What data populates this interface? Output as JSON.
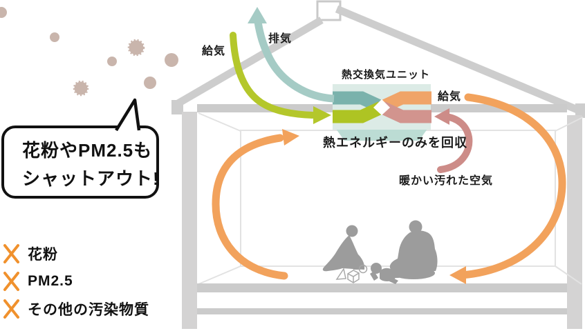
{
  "palette": {
    "orange_arrow": "#f2a25c",
    "orange_band": "#f0a468",
    "green_arrow": "#b4c72b",
    "green_band": "#aec423",
    "teal_arrow": "#a5cbc5",
    "teal_band": "#7ab2ac",
    "pink_arrow": "#cd8c88",
    "pink_band": "#d2948e",
    "unit_fill": "#dcebe6",
    "unit_funnel": "#bcdcd4",
    "structure_gray": "#cdcdcd",
    "floor_gray": "#cbcbcb",
    "wall_gray": "#d4d3d3",
    "interior_line": "#e2e2e2",
    "people_gray": "#9c9c9c",
    "pollen_dot": "#c9b5ac",
    "x_mark": "#f0912d",
    "text": "#1a1a1a"
  },
  "bubble": {
    "line1": "花粉やPM2.5も",
    "line2": "シャットアウト!"
  },
  "blocked_list": {
    "items": [
      {
        "label": "花粉"
      },
      {
        "label": "PM2.5"
      },
      {
        "label": "その他の汚染物質"
      }
    ]
  },
  "diagram_labels": {
    "outdoor_supply": "給気",
    "exhaust": "排気",
    "unit_title": "熱交換気ユニット",
    "unit_caption": "熱エネルギーのみを回収",
    "indoor_supply": "給気",
    "warm_dirty_air": "暖かい汚れた空気"
  }
}
